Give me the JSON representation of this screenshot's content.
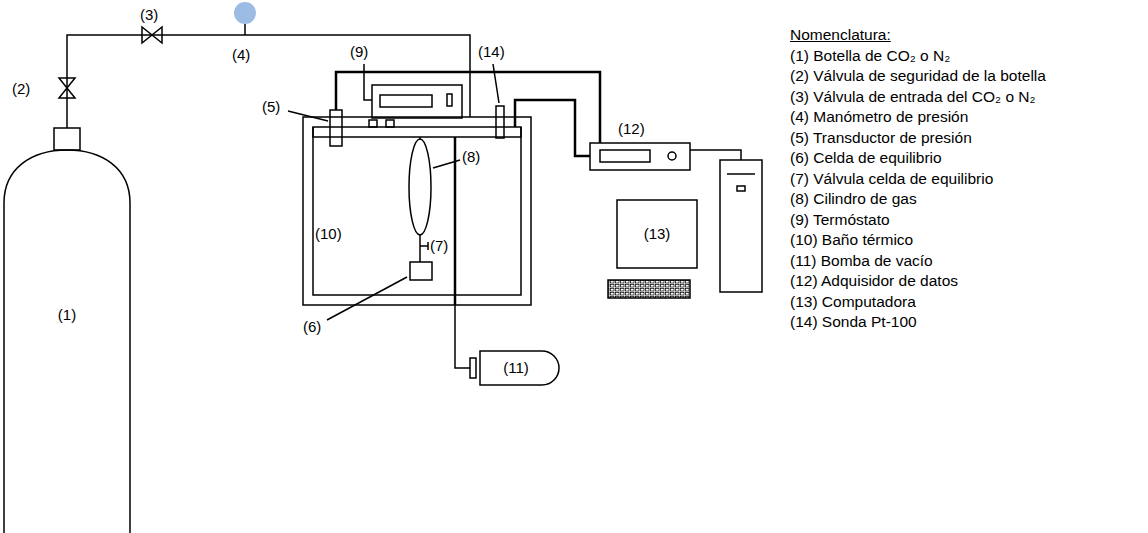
{
  "diagram": {
    "nodes": [
      {
        "text": [
          "(1)"
        ]
      },
      {
        "text": [
          "(10)"
        ]
      },
      {
        "text": [
          "(11)"
        ]
      },
      {
        "text": [
          "(13)"
        ]
      }
    ],
    "edges": [
      {
        "from": 0,
        "to": 1,
        "arrow": "none"
      },
      {
        "from": 1,
        "to": 2,
        "arrow": "none"
      }
    ],
    "labels": [
      "(2)",
      "(3)",
      "(4)",
      "(5)",
      "(6)",
      "(7)",
      "(8)",
      "(9)",
      "(12)",
      "(14)",
      "Nomenclatura:",
      "(1) Botella de CO₂ o N₂",
      "(2) Válvula de seguridad de la botella",
      "(3) Válvula de entrada del CO₂ o N₂",
      "(4) Manómetro de presión",
      "(5) Transductor de presión",
      "(6) Celda de equilibrio",
      "(7) Válvula celda de equilibrio",
      "(8) Cilindro de gas",
      "(9) Termóstato",
      "(10) Baño térmico",
      "(11) Bomba de vacío",
      "(12) Adquisidor de datos",
      "(13) Computadora",
      "(14) Sonda Pt-100"
    ]
  }
}
